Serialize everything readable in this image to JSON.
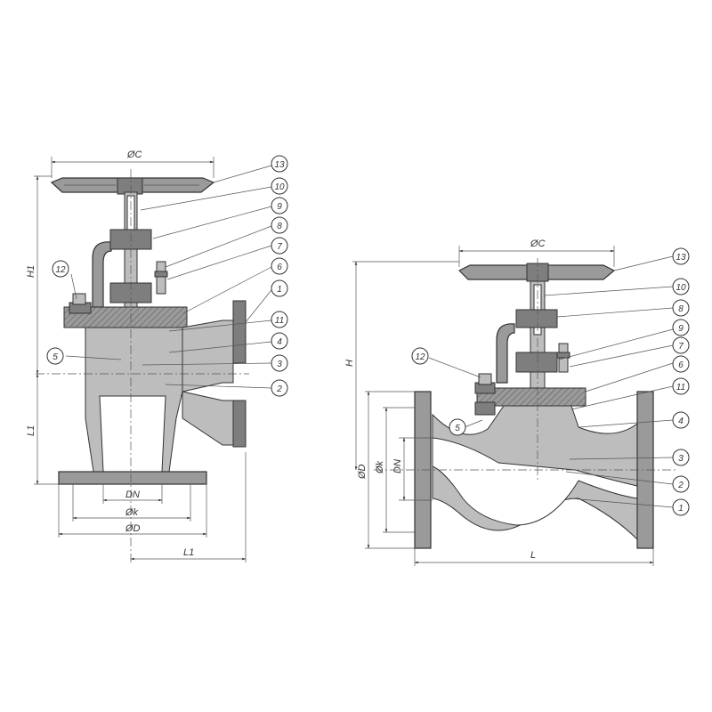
{
  "left_view": {
    "dimensions": {
      "handwheel_diameter": "ØC",
      "height": "H1",
      "height_lower": "L1",
      "nominal_diameter": "DN",
      "bolt_circle": "Øk",
      "flange_diameter": "ØD",
      "length": "L1"
    },
    "callouts": [
      "13",
      "10",
      "9",
      "8",
      "7",
      "6",
      "1",
      "11",
      "4",
      "3",
      "2",
      "12",
      "5"
    ]
  },
  "right_view": {
    "dimensions": {
      "handwheel_diameter": "ØC",
      "height": "H",
      "flange_diameter": "ØD",
      "bolt_circle": "Øk",
      "nominal_diameter": "DN",
      "length": "L"
    },
    "callouts": [
      "13",
      "10",
      "8",
      "9",
      "7",
      "6",
      "11",
      "4",
      "3",
      "2",
      "1",
      "12",
      "5"
    ]
  }
}
